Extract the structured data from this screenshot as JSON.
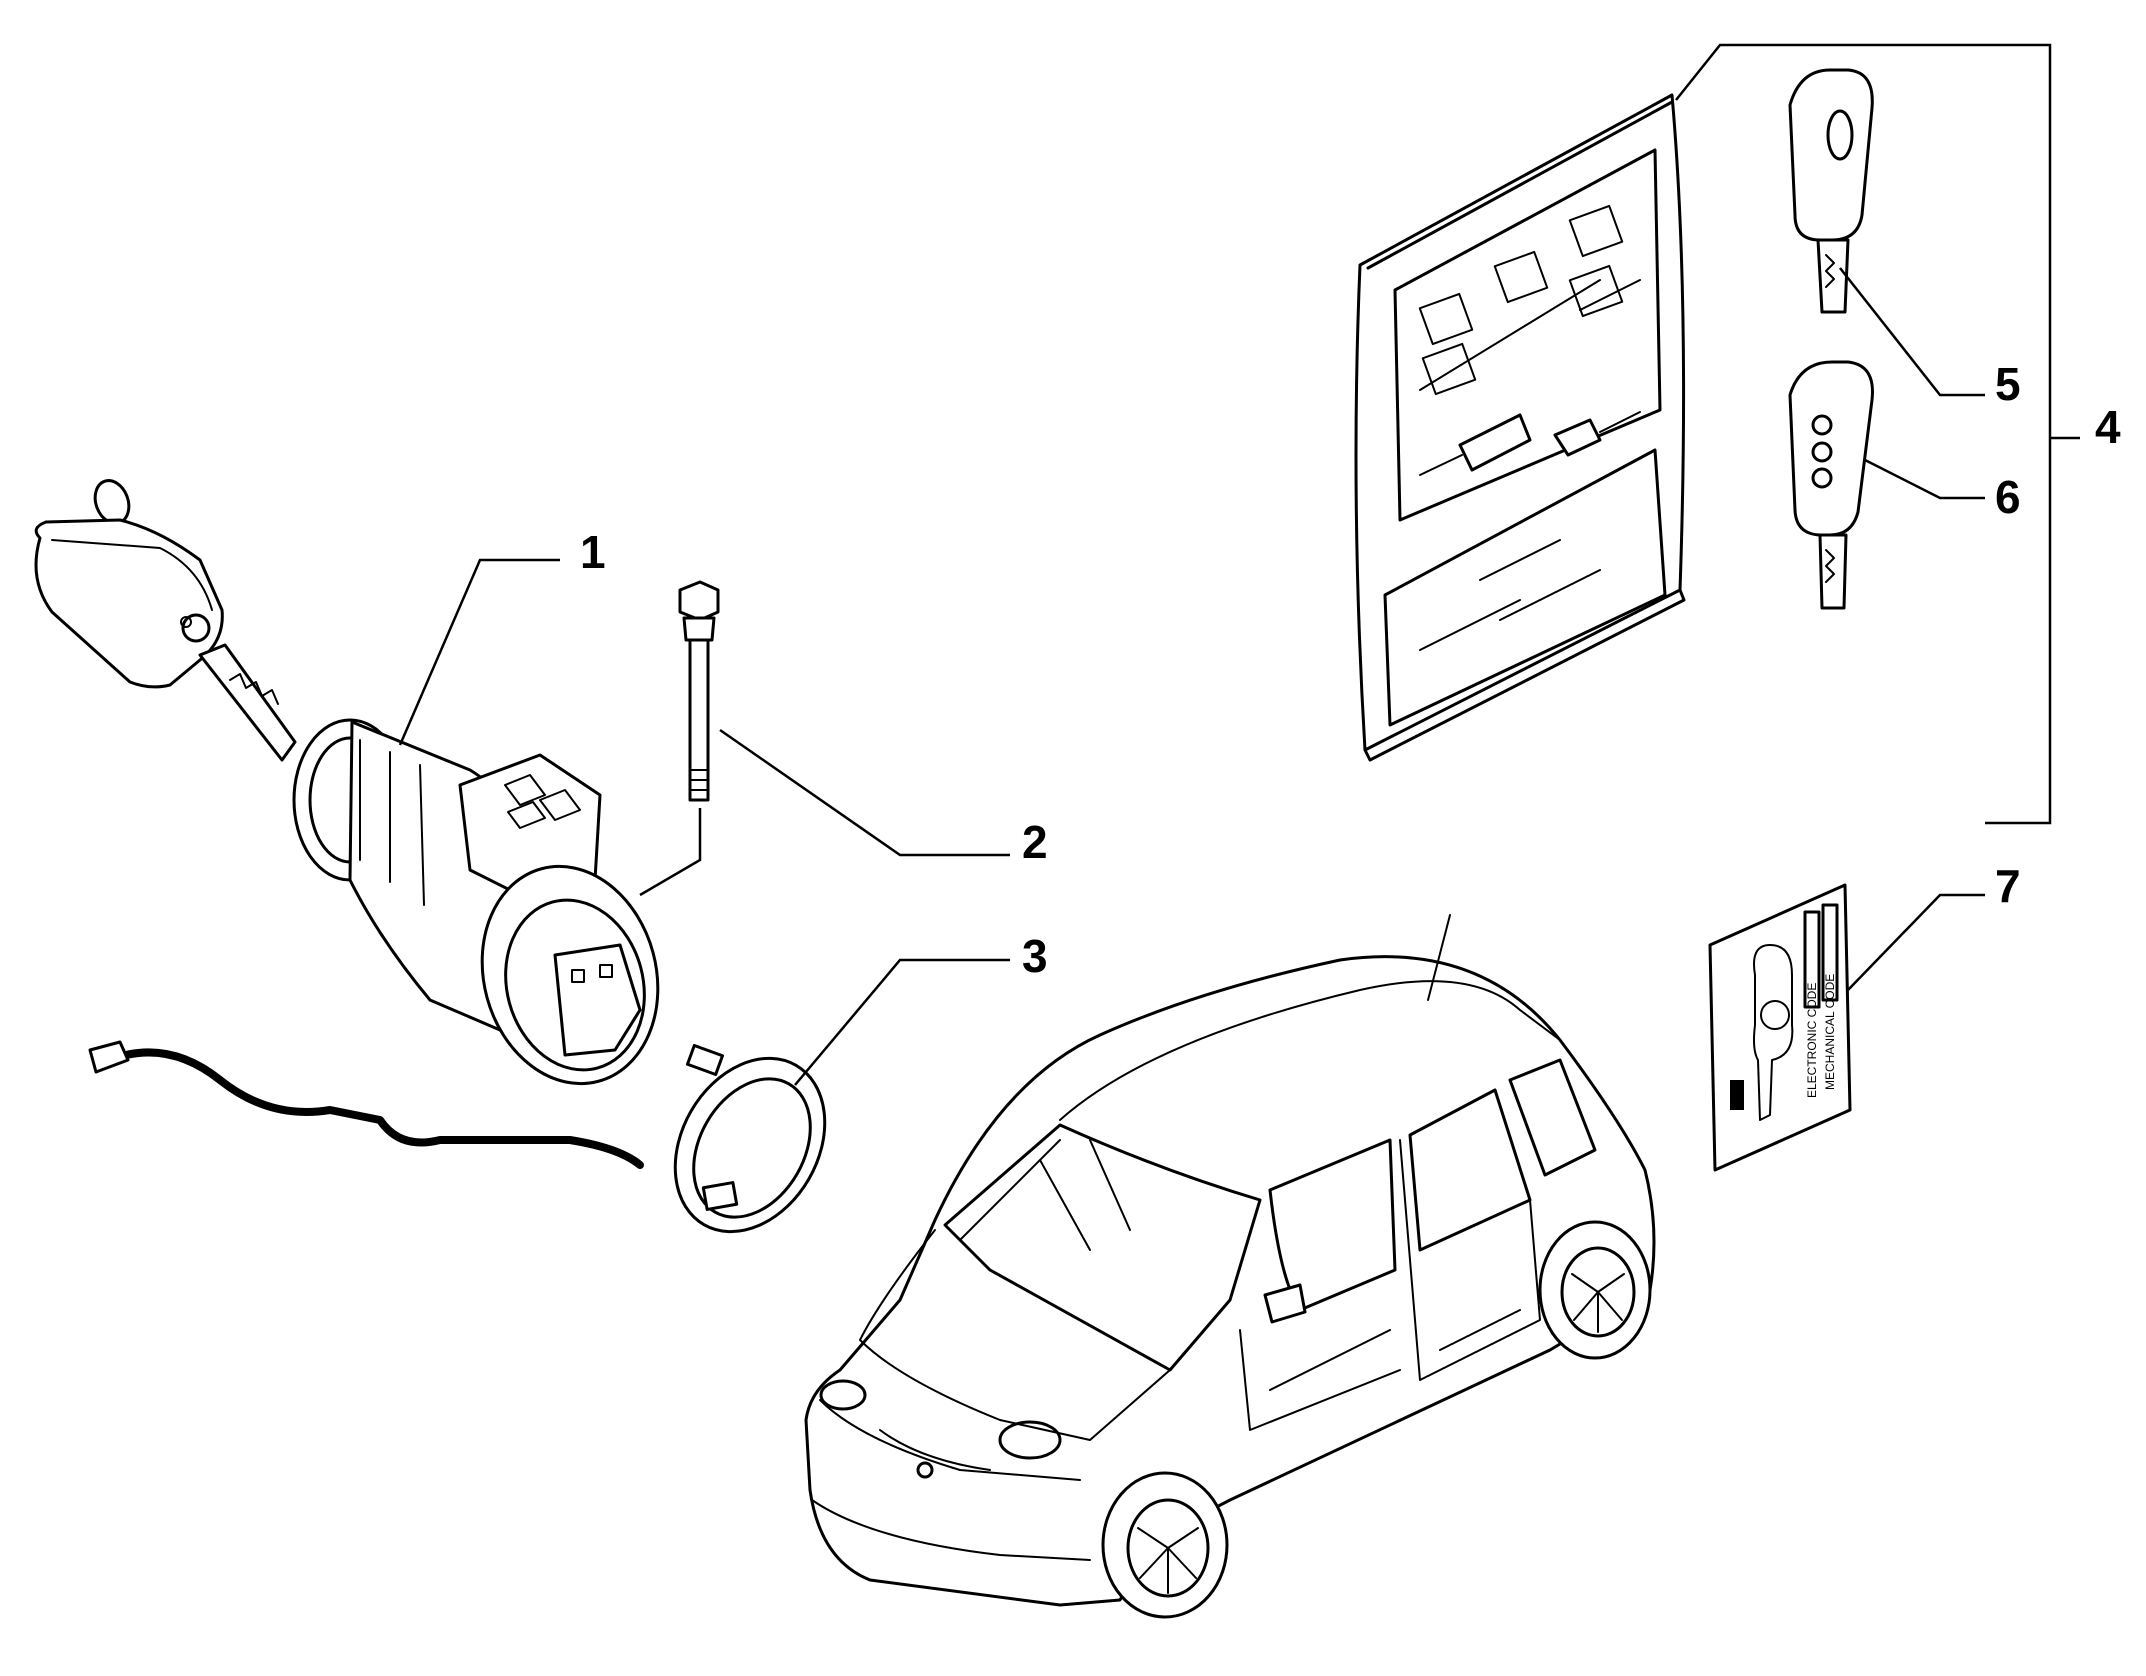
{
  "callouts": {
    "c1": "1",
    "c2": "2",
    "c3": "3",
    "c4": "4",
    "c5": "5",
    "c6": "6",
    "c7": "7"
  },
  "card": {
    "line1": "ELECTRONIC CODE",
    "line2": "MECHANICAL CODE"
  }
}
